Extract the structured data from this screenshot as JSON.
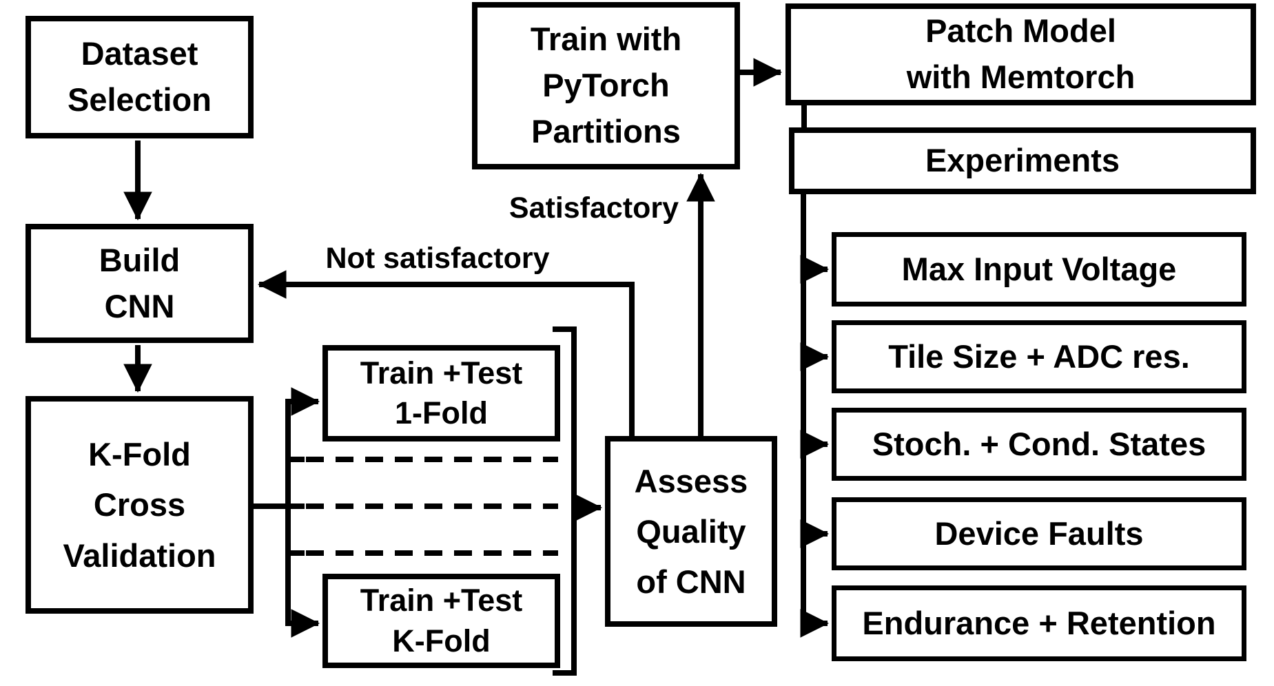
{
  "theme": {
    "ink": "#000000",
    "background": "#ffffff"
  },
  "nodes": {
    "dataset_selection": {
      "label": "Dataset\nSelection"
    },
    "build_cnn": {
      "label": "Build\nCNN"
    },
    "kfold_cross_validation": {
      "label": "K-Fold\nCross\nValidation"
    },
    "train_test_1fold": {
      "label": "Train +Test\n1-Fold"
    },
    "train_test_kfold": {
      "label": "Train +Test\nK-Fold"
    },
    "assess_quality": {
      "label": "Assess\nQuality\nof CNN"
    },
    "train_pytorch": {
      "label": "Train with\nPyTorch\nPartitions"
    },
    "patch_model": {
      "label": "Patch Model\nwith Memtorch"
    },
    "experiments": {
      "label": "Experiments"
    },
    "exp_max_input_voltage": {
      "label": "Max Input Voltage"
    },
    "exp_tile_size_adc": {
      "label": "Tile Size + ADC res."
    },
    "exp_stoch_cond_states": {
      "label": "Stoch. + Cond. States"
    },
    "exp_device_faults": {
      "label": "Device Faults"
    },
    "exp_endurance_retention": {
      "label": "Endurance + Retention"
    }
  },
  "edge_labels": {
    "satisfactory": "Satisfactory",
    "not_satisfactory": "Not satisfactory"
  },
  "edges": [
    {
      "from": "dataset_selection",
      "to": "build_cnn"
    },
    {
      "from": "build_cnn",
      "to": "kfold_cross_validation"
    },
    {
      "from": "kfold_cross_validation",
      "to": "train_test_1fold"
    },
    {
      "from": "kfold_cross_validation",
      "to": "train_test_kfold"
    },
    {
      "from": "train_test_folds",
      "to": "assess_quality"
    },
    {
      "from": "assess_quality",
      "to": "train_pytorch",
      "label": "Satisfactory"
    },
    {
      "from": "assess_quality",
      "to": "build_cnn",
      "label": "Not satisfactory"
    },
    {
      "from": "train_pytorch",
      "to": "patch_model"
    },
    {
      "from": "patch_model",
      "to": "experiments"
    },
    {
      "from": "experiments",
      "to": "exp_max_input_voltage"
    },
    {
      "from": "experiments",
      "to": "exp_tile_size_adc"
    },
    {
      "from": "experiments",
      "to": "exp_stoch_cond_states"
    },
    {
      "from": "experiments",
      "to": "exp_device_faults"
    },
    {
      "from": "experiments",
      "to": "exp_endurance_retention"
    }
  ]
}
